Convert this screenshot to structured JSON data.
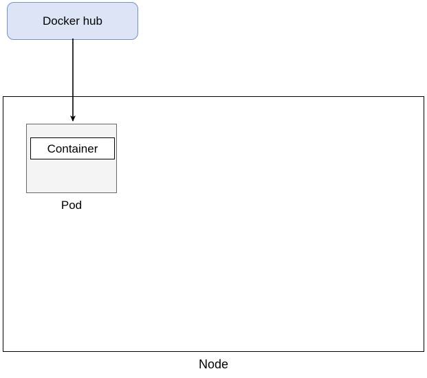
{
  "diagram": {
    "title": "Kubernetes Node / Pod / Container diagram",
    "nodes": {
      "docker_hub": {
        "label": "Docker hub",
        "shape": "rounded-rectangle",
        "fill": "#dce4f5",
        "stroke": "#7491c4"
      },
      "node": {
        "label": "Node",
        "shape": "rectangle",
        "fill": "#ffffff",
        "stroke": "#000000"
      },
      "pod": {
        "label": "Pod",
        "shape": "rectangle",
        "fill": "#f4f4f4",
        "stroke": "#666666"
      },
      "container": {
        "label": "Container",
        "shape": "rectangle",
        "fill": "#ffffff",
        "stroke": "#000000"
      }
    },
    "edges": [
      {
        "name": "docker-hub-to-container",
        "from": "docker_hub",
        "to": "container",
        "style": "solid",
        "arrowhead": "filled-triangle",
        "color": "#000000"
      }
    ]
  }
}
